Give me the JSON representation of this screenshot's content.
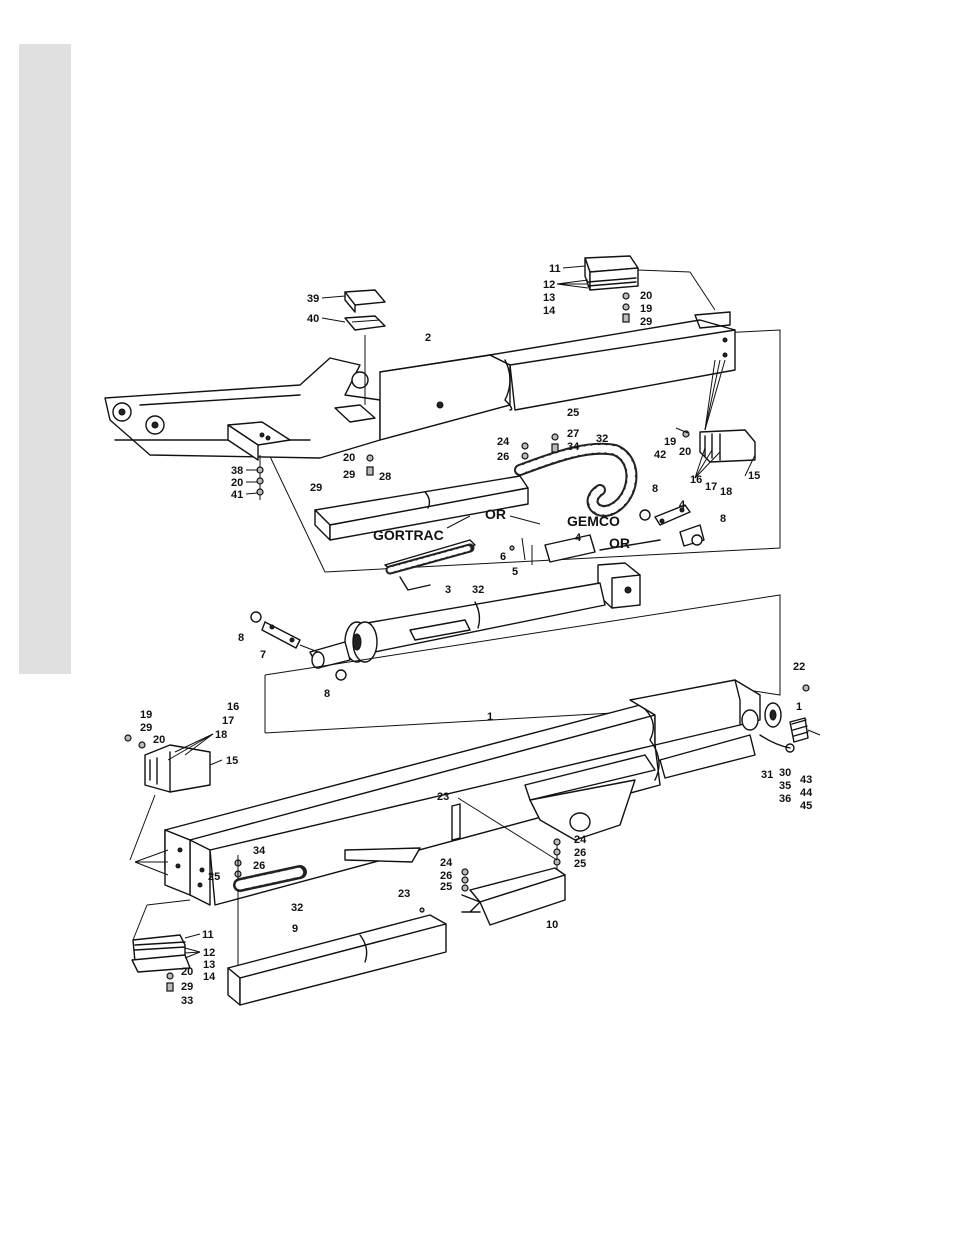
{
  "figure": {
    "words": {
      "gortrac": "GORTRAC",
      "gemco": "GEMCO",
      "or_top": "OR",
      "or_mid": "OR"
    },
    "callouts": {
      "c39": "39",
      "c40": "40",
      "c2": "2",
      "c20a": "20",
      "c29a": "29",
      "c38": "38",
      "c20b": "20",
      "c41": "41",
      "c29b": "29",
      "c28": "28",
      "c11a": "11",
      "c12a": "12",
      "c13a": "13",
      "c14a": "14",
      "c20c": "20",
      "c19a": "19",
      "c29c": "29",
      "c25a": "25",
      "c24a": "24",
      "c27": "27",
      "c26a": "26",
      "c34a": "34",
      "c32a": "32",
      "c19b": "19",
      "c42": "42",
      "c20d": "20",
      "c16a": "16",
      "c17a": "17",
      "c18a": "18",
      "c15a": "15",
      "c8a": "8",
      "c4a": "4",
      "c8b": "8",
      "c6": "6",
      "c5": "5",
      "c4b": "4",
      "c32b": "32",
      "c3": "3",
      "c8c": "8",
      "c7": "7",
      "c8d": "8",
      "c22": "22",
      "c1a": "1",
      "c1b": "1",
      "c19c": "19",
      "c29d": "29",
      "c20e": "20",
      "c16b": "16",
      "c17b": "17",
      "c18b": "18",
      "c15b": "15",
      "c31": "31",
      "c30": "30",
      "c35": "35",
      "c36": "36",
      "c43": "43",
      "c44": "44",
      "c45": "45",
      "c23a": "23",
      "c24b": "24",
      "c26b": "26",
      "c25b": "25",
      "c34b": "34",
      "c26c": "26",
      "c25c": "25",
      "c32c": "32",
      "c24c": "24",
      "c26d": "26",
      "c25d": "25",
      "c23b": "23",
      "c9": "9",
      "c10": "10",
      "c11b": "11",
      "c12b": "12",
      "c13b": "13",
      "c14b": "14",
      "c20f": "20",
      "c29e": "29",
      "c33": "33"
    }
  }
}
